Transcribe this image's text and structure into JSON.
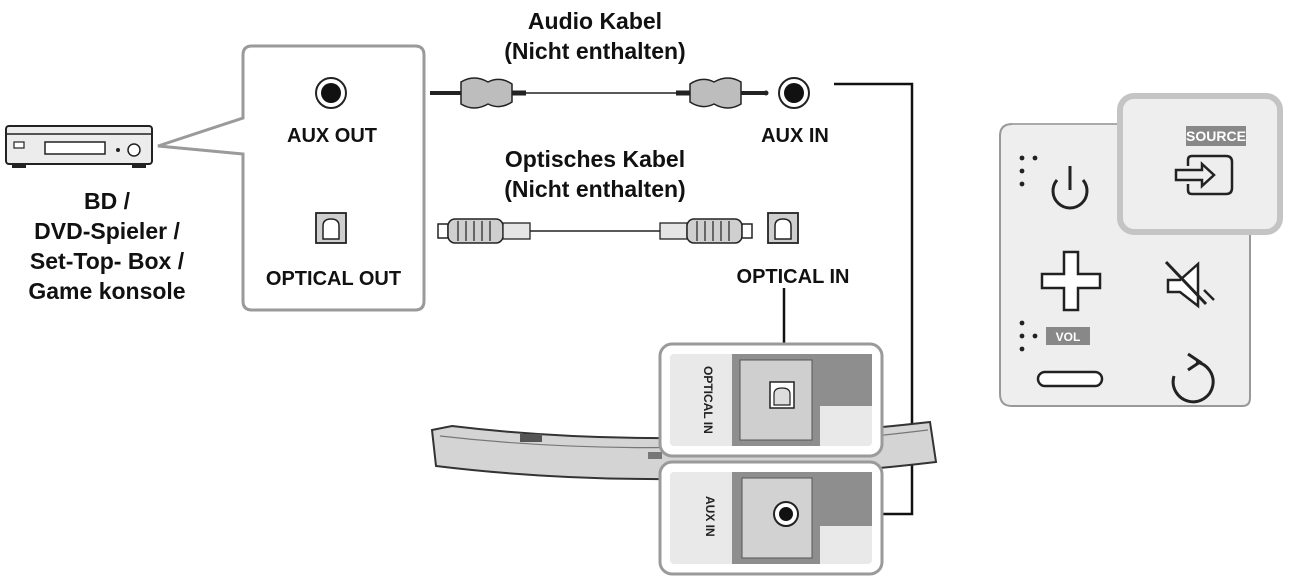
{
  "labels": {
    "audio_cable_line1": "Audio Kabel",
    "audio_cable_line2": "(Nicht enthalten)",
    "optical_cable_line1": "Optisches Kabel",
    "optical_cable_line2": "(Nicht enthalten)",
    "aux_out": "AUX OUT",
    "optical_out": "OPTICAL OUT",
    "aux_in": "AUX IN",
    "optical_in": "OPTICAL IN",
    "device_line1": "BD /",
    "device_line2": "DVD-Spieler /",
    "device_line3": "Set-Top- Box /",
    "device_line4": "Game konsole"
  },
  "port_panel": {
    "optical_in_label": "OPTICAL IN",
    "aux_in_label": "AUX IN"
  },
  "remote": {
    "source_label": "SOURCE",
    "vol_label": "VOL"
  },
  "icons": [
    "player-device-icon",
    "aux-jack-icon",
    "optical-port-icon",
    "audio-cable-icon",
    "optical-cable-icon",
    "soundbar-icon",
    "power-icon",
    "source-input-icon",
    "plus-icon",
    "minus-icon",
    "mute-icon",
    "repeat-icon"
  ],
  "colors": {
    "line": "#111111",
    "cable": "#b9b9b9",
    "panel_bg": "#e9e9e9",
    "panel_dark": "#8e8e8e",
    "highlight": "#c9c9c9"
  }
}
